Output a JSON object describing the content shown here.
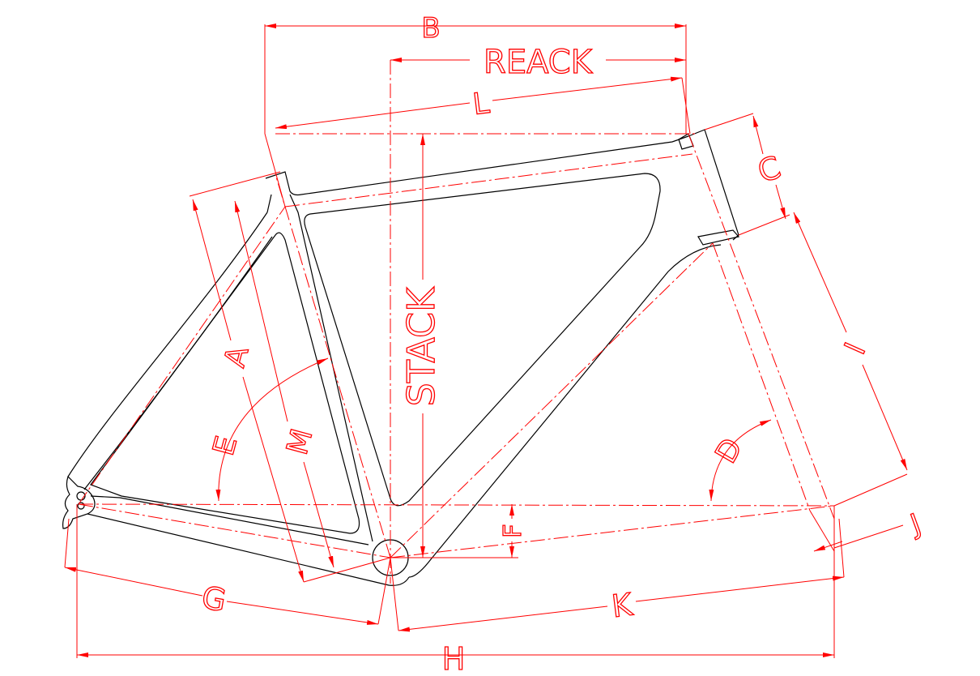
{
  "diagram": {
    "title": "Bicycle frame geometry drawing",
    "labels": {
      "b": "B",
      "reach": "REACK",
      "l": "L",
      "c": "C",
      "stack": "STACK",
      "a": "A",
      "i": "I",
      "e": "E",
      "m": "M",
      "d": "D",
      "f": "F",
      "j": "J",
      "g": "G",
      "k": "K",
      "h": "H"
    },
    "colors": {
      "dimension": "#ff0000",
      "frame": "#000000",
      "background": "#ffffff"
    }
  }
}
